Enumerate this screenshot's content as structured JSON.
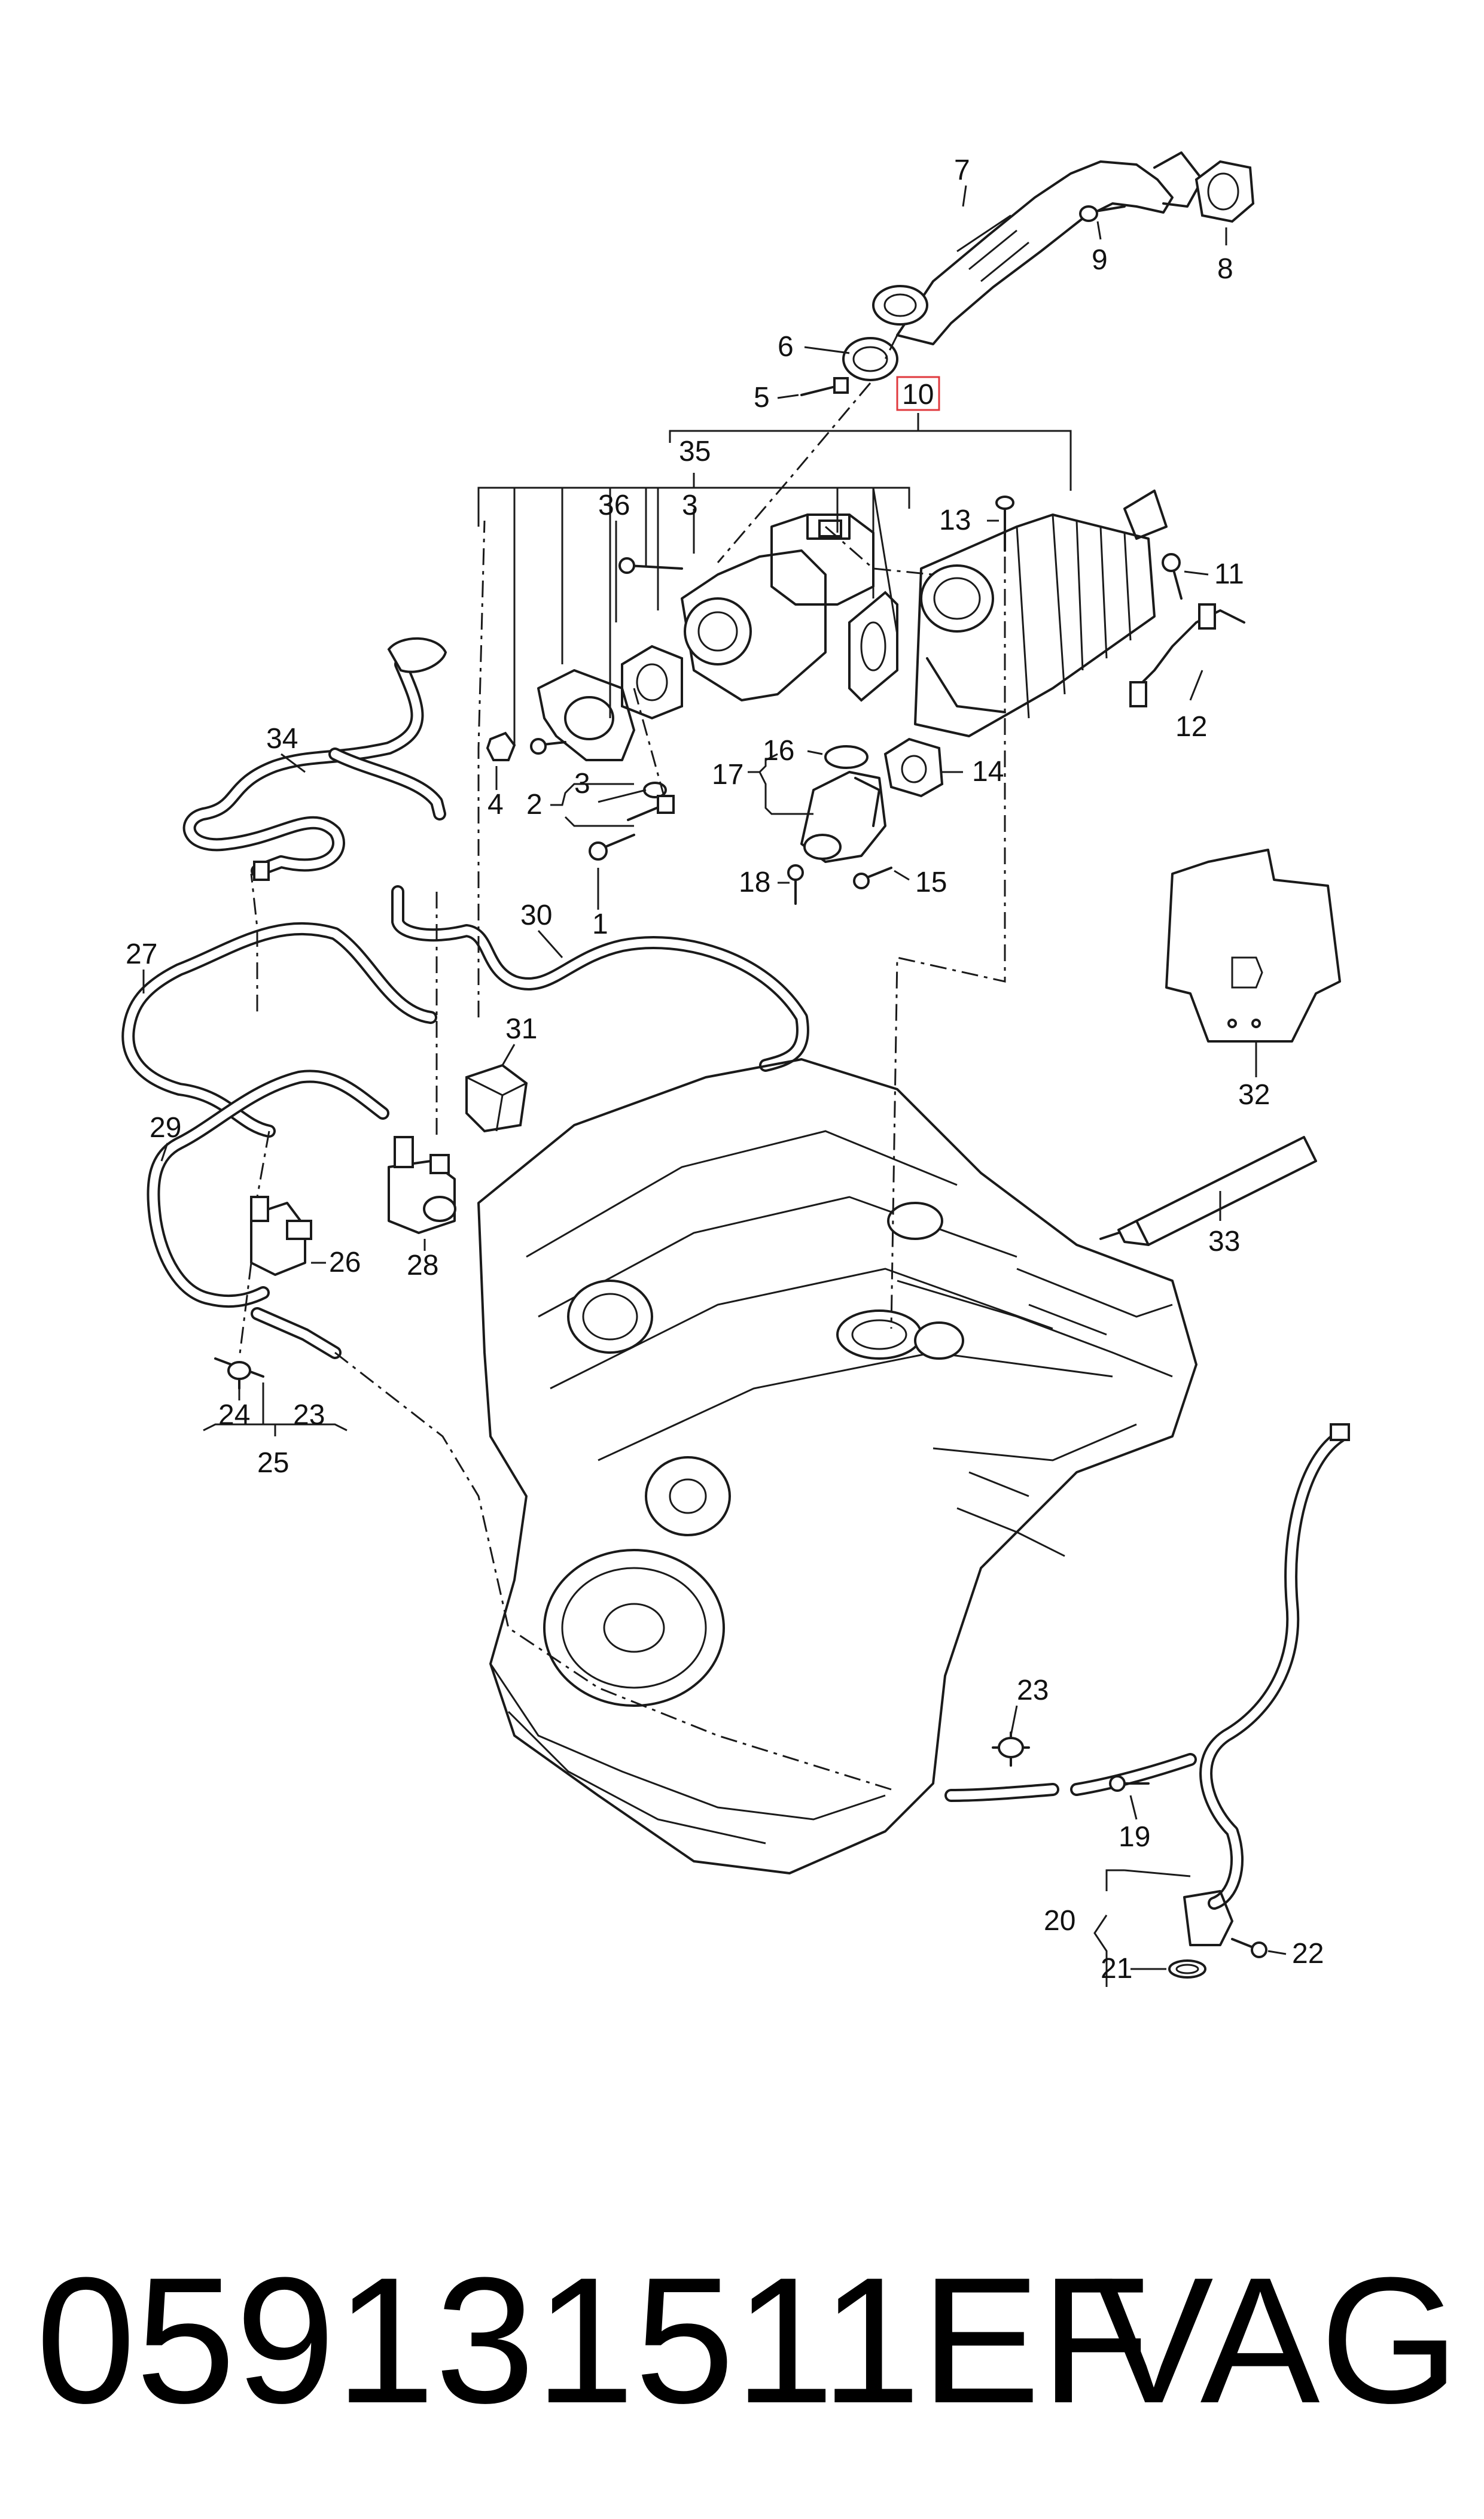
{
  "callouts": {
    "c1": "1",
    "c2": "2",
    "c3a": "3",
    "c3b": "3",
    "c4": "4",
    "c5": "5",
    "c6": "6",
    "c7": "7",
    "c8": "8",
    "c9": "9",
    "c10": "10",
    "c11": "11",
    "c12": "12",
    "c13": "13",
    "c14": "14",
    "c15": "15",
    "c16": "16",
    "c17": "17",
    "c18": "18",
    "c19": "19",
    "c20": "20",
    "c21": "21",
    "c22": "22",
    "c23a": "23",
    "c23b": "23",
    "c24": "24",
    "c25": "25",
    "c26": "26",
    "c27": "27",
    "c28": "28",
    "c29": "29",
    "c30": "30",
    "c31": "31",
    "c32": "32",
    "c33": "33",
    "c34": "34",
    "c35": "35",
    "c36": "36"
  },
  "highlight_color": "#e0393e",
  "caption": {
    "part_number": "059131511EF",
    "brand": "VAG"
  }
}
